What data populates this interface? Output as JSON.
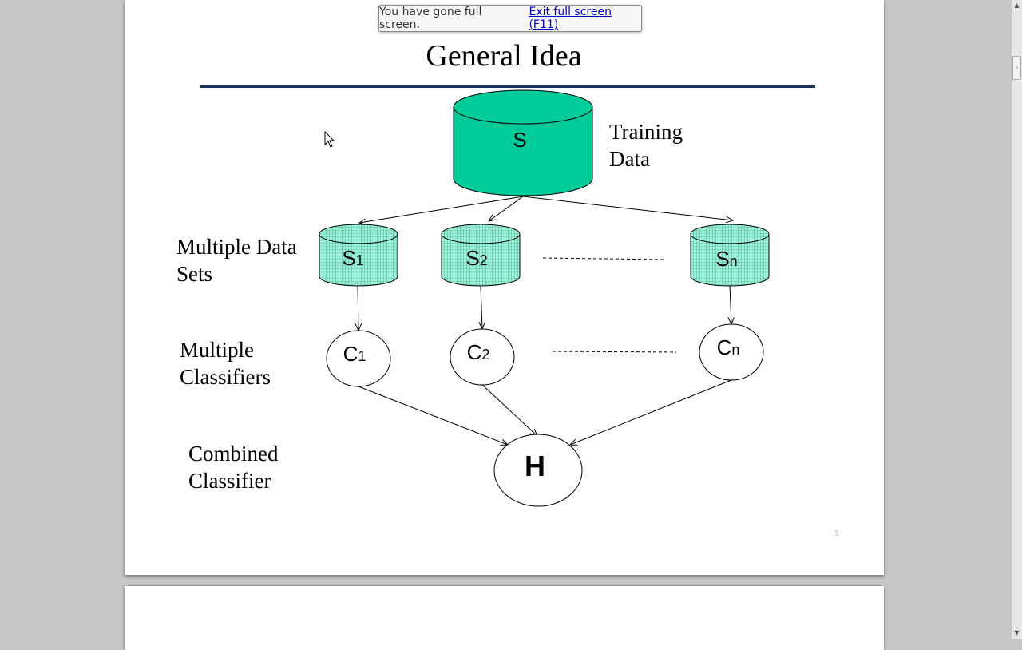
{
  "fullscreen": {
    "message": "You have gone full screen.",
    "exit_label": "Exit full screen (F11)"
  },
  "slide": {
    "title": "General Idea",
    "page_number": "5",
    "labels": {
      "training_data_line1": "Training",
      "training_data_line2": "Data",
      "multiple_data_sets_line1": "Multiple Data",
      "multiple_data_sets_line2": "Sets",
      "multiple_classifiers_line1": "Multiple",
      "multiple_classifiers_line2": "Classifiers",
      "combined_classifier_line1": "Combined",
      "combined_classifier_line2": "Classifier"
    },
    "nodes": {
      "training_set": "S",
      "subset_1": {
        "base": "S",
        "sub": "1"
      },
      "subset_2": {
        "base": "S",
        "sub": "2"
      },
      "subset_n": {
        "base": "S",
        "sub": "n"
      },
      "classifier_1": {
        "base": "C",
        "sub": "1"
      },
      "classifier_2": {
        "base": "C",
        "sub": "2"
      },
      "classifier_n": {
        "base": "C",
        "sub": "n"
      },
      "combined": "H"
    }
  },
  "colors": {
    "cylinder_fill": "#00cc99",
    "subset_fill": "#99ecd3",
    "title_rule": "#17375e"
  }
}
